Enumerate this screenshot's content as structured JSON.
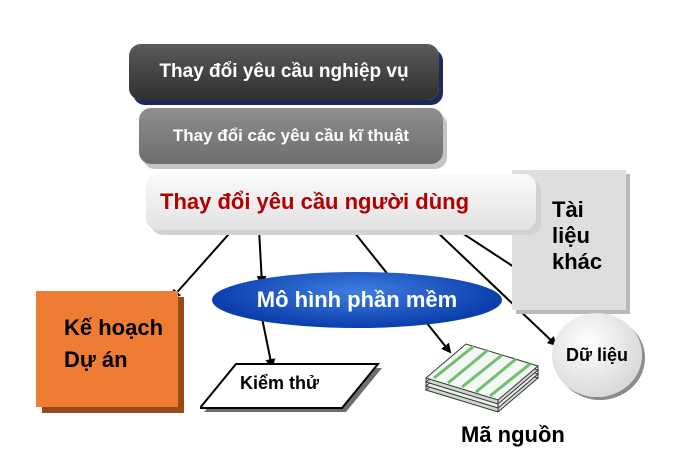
{
  "nodes": {
    "business_requirements": "Thay đổi yêu cầu nghiệp vụ",
    "technical_requirements": "Thay đổi các yêu cầu kĩ thuật",
    "user_requirements": "Thay đổi yêu cầu người dùng",
    "other_documents": [
      "Tài",
      "liệu",
      "khác"
    ],
    "project_plan": [
      "Kế hoạch",
      "Dự án"
    ],
    "software_model": "Mô hình phần mềm",
    "testing": "Kiểm thử",
    "source_code": "Mã nguồn",
    "data": "Dữ liệu"
  },
  "colors": {
    "user_requirements_text": "#b00000",
    "project_plan_fill": "#ee7d33",
    "software_model_fill": "#0b3fae",
    "business_box_fill": "#2f2f2f",
    "technical_box_fill": "#6d6d6d"
  }
}
